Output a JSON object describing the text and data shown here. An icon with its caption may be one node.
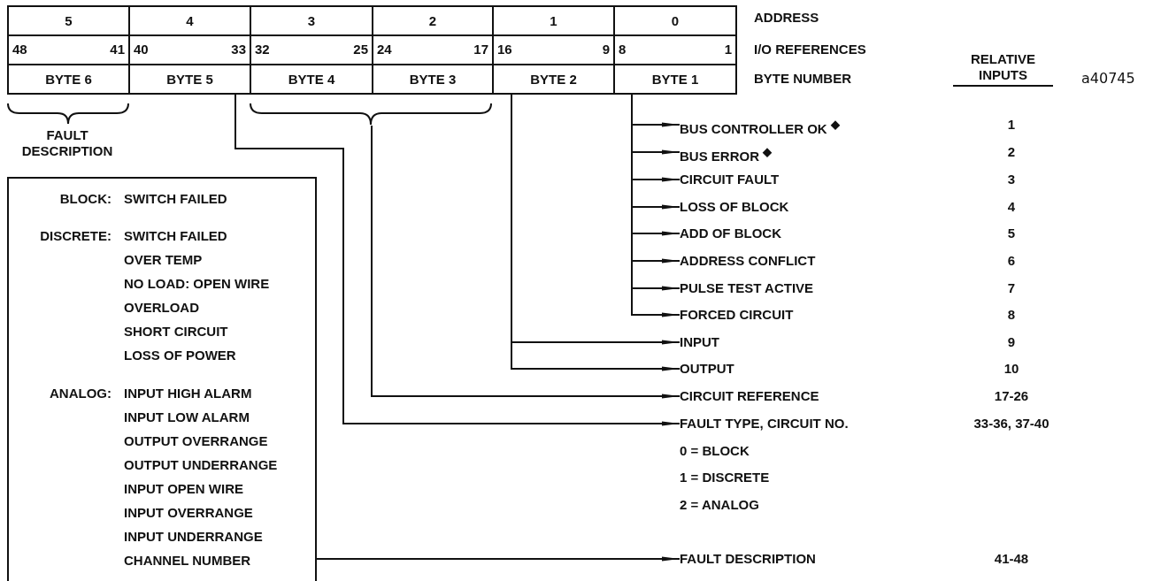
{
  "diagram": {
    "nodes": [
      {
        "text": [
          "5"
        ]
      },
      {
        "text": [
          "4"
        ]
      },
      {
        "text": [
          "3"
        ]
      },
      {
        "text": [
          "2"
        ]
      },
      {
        "text": [
          "1"
        ]
      },
      {
        "text": [
          "0"
        ]
      },
      {
        "text": [
          "48",
          "41"
        ]
      },
      {
        "text": [
          "40",
          "33"
        ]
      },
      {
        "text": [
          "32",
          "25"
        ]
      },
      {
        "text": [
          "24",
          "17"
        ]
      },
      {
        "text": [
          "16",
          "9"
        ]
      },
      {
        "text": [
          "8",
          "1"
        ]
      },
      {
        "text": [
          "BYTE 6"
        ]
      },
      {
        "text": [
          "BYTE 5"
        ]
      },
      {
        "text": [
          "BYTE 4"
        ]
      },
      {
        "text": [
          "BYTE 3"
        ]
      },
      {
        "text": [
          "BYTE 2"
        ]
      },
      {
        "text": [
          "BYTE 1"
        ]
      },
      {
        "text": [],
        "shape": "brace"
      },
      {
        "text": [
          "BLOCK:",
          "SWITCH FAILED",
          "DISCRETE:",
          "SWITCH FAILED",
          "OVER TEMP",
          "NO LOAD: OPEN WIRE",
          "OVERLOAD",
          "SHORT CIRCUIT",
          "LOSS OF POWER",
          "ANALOG:",
          "INPUT HIGH ALARM",
          "INPUT LOW ALARM",
          "OUTPUT OVERRANGE",
          "OUTPUT UNDERRANGE",
          "INPUT OPEN WIRE",
          "INPUT OVERRANGE",
          "INPUT UNDERRANGE",
          "CHANNEL NUMBER"
        ]
      },
      {
        "text": [
          "BUS CONTROLLER OK $^{◆}$"
        ]
      },
      {
        "text": [
          "BUS ERROR $^{◆}$"
        ]
      },
      {
        "text": [
          "CIRCUIT FAULT"
        ]
      },
      {
        "text": [
          "LOSS OF BLOCK"
        ]
      },
      {
        "text": [
          "ADD OF BLOCK"
        ]
      },
      {
        "text": [
          "ADDRESS CONFLICT"
        ]
      },
      {
        "text": [
          "PULSE TEST ACTIVE"
        ]
      },
      {
        "text": [
          "FORCED CIRCUIT"
        ]
      },
      {
        "text": [
          "INPUT"
        ]
      },
      {
        "text": [
          "OUTPUT"
        ]
      },
      {
        "text": [
          "CIRCUIT REFERENCE"
        ]
      },
      {
        "text": [
          "FAULT TYPE, CIRCUIT NO."
        ]
      },
      {
        "text": [
          "FAULT DESCRIPTION"
        ]
      }
    ],
    "edges": [
      {
        "from": 17,
        "to": 20,
        "arrow": "to"
      },
      {
        "from": 17,
        "to": 21,
        "arrow": "to"
      },
      {
        "from": 17,
        "to": 22,
        "arrow": "to"
      },
      {
        "from": 17,
        "to": 23,
        "arrow": "to"
      },
      {
        "from": 17,
        "to": 24,
        "arrow": "to"
      },
      {
        "from": 17,
        "to": 25,
        "arrow": "to"
      },
      {
        "from": 17,
        "to": 26,
        "arrow": "to"
      },
      {
        "from": 17,
        "to": 27,
        "arrow": "to"
      },
      {
        "from": 16,
        "to": 28,
        "arrow": "to"
      },
      {
        "from": 16,
        "to": 29,
        "arrow": "to"
      },
      {
        "from": 18,
        "to": 30,
        "arrow": "to"
      },
      {
        "from": 13,
        "to": 31,
        "arrow": "to"
      },
      {
        "from": 19,
        "to": 32,
        "arrow": "to"
      }
    ],
    "labels": [
      "ADDRESS",
      "I/O REFERENCES",
      "BYTE NUMBER",
      "RELATIVE INPUTS",
      "a40745",
      "FAULT DESCRIPTION",
      "1",
      "2",
      "3",
      "4",
      "5",
      "6",
      "7",
      "8",
      "9",
      "10",
      "17-26",
      "33-36, 37-40",
      "0 = BLOCK",
      "1 = DISCRETE",
      "2 = ANALOG",
      "41-48"
    ]
  }
}
